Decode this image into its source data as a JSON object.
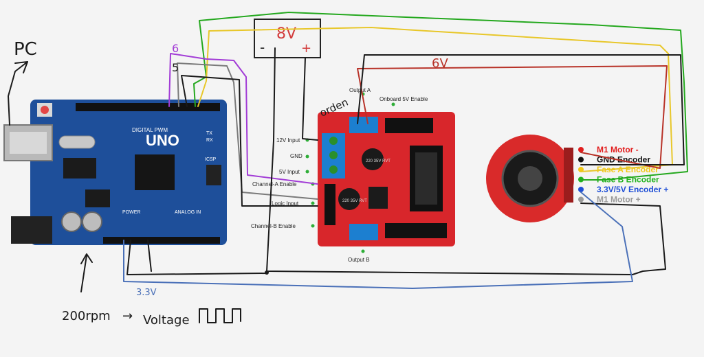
{
  "annotations": {
    "pc": "PC",
    "supply_8v": "8V",
    "supply_minus": "-",
    "supply_plus": "+",
    "wire_6v": "6V",
    "pin_6": "6",
    "pin_5": "5",
    "wire_3v3": "3.3V",
    "orden": "orden",
    "speed_note": "200rpm",
    "arrow": "→",
    "voltage_note": "Voltage"
  },
  "arduino": {
    "brand": "UNO",
    "header_digital": "DIGITAL PWM",
    "header_power": "POWER",
    "header_analog": "ANALOG IN",
    "header_tx": "TX",
    "header_rx": "RX",
    "header_icsp": "ICSP"
  },
  "driver": {
    "label_12v": "12V Input",
    "label_gnd": "GND",
    "label_5v": "5V Input",
    "label_ch_a": "Channel-A Enable",
    "label_logic": "Logic Input",
    "label_ch_b": "Channel-B Enable",
    "label_out_a": "Output A",
    "label_out_b": "Output B",
    "label_onboard": "Onboard 5V Enable",
    "cap_text": "220 35V RVT"
  },
  "encoder": {
    "pins": [
      {
        "label": "M1 Motor -",
        "color": "#e11d1d"
      },
      {
        "label": "GND Encoder",
        "color": "#111111"
      },
      {
        "label": "Fase A Encoder",
        "color": "#f2c916"
      },
      {
        "label": "Fase B Encoder",
        "color": "#22b31f"
      },
      {
        "label": "3.3V/5V Encoder +",
        "color": "#1f4fd6"
      },
      {
        "label": "M1 Motor +",
        "color": "#9a9a9a"
      }
    ]
  },
  "colors": {
    "wire_red": "#b83228",
    "wire_black": "#1a1a1a",
    "wire_green": "#24a81e",
    "wire_yellow": "#e8c72a",
    "wire_purple": "#a23cd6",
    "wire_blue": "#4a70b8",
    "arduino_blue": "#1e4f9a",
    "driver_red": "#d8262b"
  }
}
